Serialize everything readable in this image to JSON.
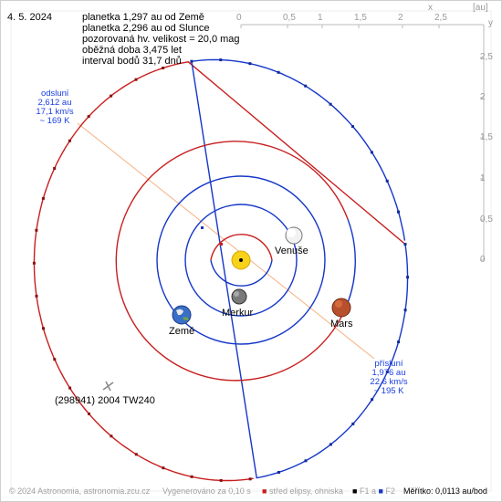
{
  "date": "4. 5. 2024",
  "info_lines": [
    "planetka 1,297 au od Země",
    "planetka 2,296 au od Slunce",
    "pozorovaná hv. velikost = 20,0 mag",
    "oběžná doba 3,475 let",
    "interval bodů 31,7 dnů"
  ],
  "aphelion": {
    "label": "odslunί",
    "distance": "2,612 au",
    "speed": "17,1 km/s",
    "temp": "~ 169 K"
  },
  "perihelion": {
    "label": "přísluní",
    "distance": "1,976 au",
    "speed": "22,6 km/s",
    "temp": "~ 195 K"
  },
  "asteroid_name": "(298941) 2004 TW240",
  "planets": {
    "venus": "Venuše",
    "mercury": "Merkur",
    "earth": "Země",
    "mars": "Mars"
  },
  "axis": {
    "x_ticks": [
      "0",
      "0,5",
      "1",
      "1,5",
      "2",
      "2,5"
    ],
    "y_ticks": [
      "2,5",
      "2",
      "1,5",
      "1",
      "0,5",
      "0"
    ],
    "x_label": "x",
    "unit_label": "[au]",
    "y_label": "y"
  },
  "footer": {
    "copyright": "© 2024 Astronomia, astronomia.zcu.cz",
    "generated": "Vygenerováno za 0,10 s",
    "ellipse_center": "střed elipsy, ohniska",
    "f1": "F1 a",
    "f2": "F2",
    "scale": "Měřítko: 0,0113 au/bod"
  },
  "colors": {
    "orbit_red": "#c81e1e",
    "orbit_blue": "#1537c8",
    "line_of_apsides": "#f5b080",
    "sun": "#f2c500"
  }
}
